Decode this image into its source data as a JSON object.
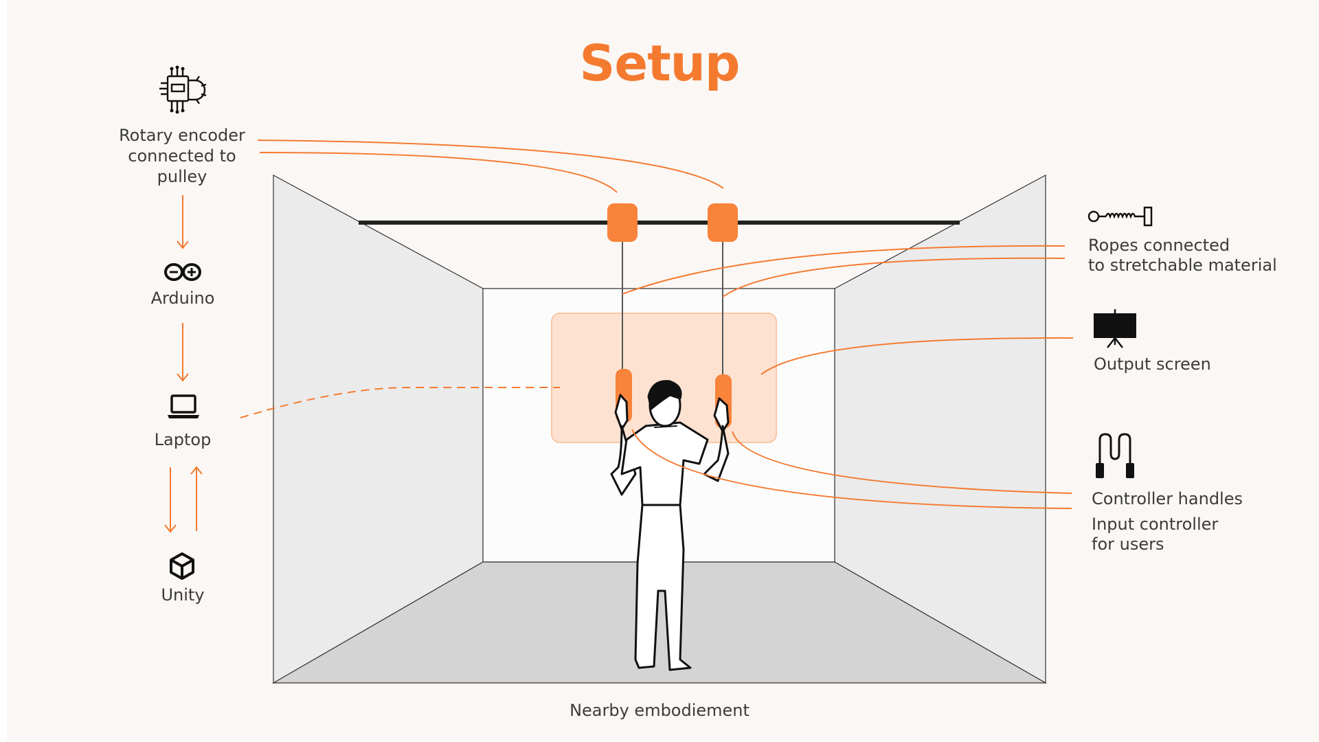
{
  "title": "Setup",
  "colors": {
    "accent": "#f47a30",
    "pad": "#f8833a",
    "screen_tint": "#fde2d2",
    "text": "#3b3b3b"
  },
  "pipeline": {
    "rotary_encoder": "Rotary encoder connected to pulley",
    "arduino": "Arduino",
    "laptop": "Laptop",
    "unity": "Unity"
  },
  "right_labels": {
    "ropes": [
      "Ropes connected",
      "to stretchable material"
    ],
    "output_screen": "Output screen",
    "controller_handles": "Controller handles",
    "input_controller": [
      "Input controller",
      "for users"
    ]
  },
  "caption": "Nearby embodiement",
  "icons": [
    "circuit-gear-icon",
    "arduino-logo-icon",
    "laptop-icon",
    "unity-logo-icon",
    "spring-icon",
    "presentation-screen-icon",
    "jump-rope-handles-icon"
  ]
}
